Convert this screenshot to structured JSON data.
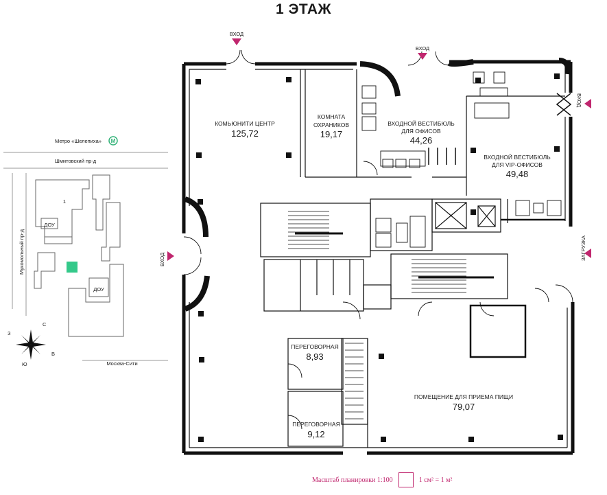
{
  "page": {
    "title": "1 ЭТАЖ"
  },
  "entrances": {
    "top_left": "ВХОД",
    "top_center": "ВХОД",
    "right": "ВХОД",
    "left": "ВХОД",
    "loading": "ЗАГРУЗКА"
  },
  "rooms": [
    {
      "name_lines": [
        "КОМЬЮНИТИ ЦЕНТР"
      ],
      "area": "125,72"
    },
    {
      "name_lines": [
        "КОМНАТА",
        "ОХРАНИКОВ"
      ],
      "area": "19,17"
    },
    {
      "name_lines": [
        "ВХОДНОЙ ВЕСТИБЮЛЬ",
        "ДЛЯ ОФИСОВ"
      ],
      "area": "44,26"
    },
    {
      "name_lines": [
        "ВХОДНОЙ ВЕСТИБЮЛЬ",
        "ДЛЯ VIP-ОФИСОВ"
      ],
      "area": "49,48"
    },
    {
      "name_lines": [
        "ПЕРЕГОВОРНАЯ"
      ],
      "area": "8,93"
    },
    {
      "name_lines": [
        "ПЕРЕГОВОРНАЯ"
      ],
      "area": "9,12"
    },
    {
      "name_lines": [
        "ПОМЕЩЕНИЕ ДЛЯ ПРИЕМА ПИЩИ"
      ],
      "area": "79,07"
    }
  ],
  "location_map": {
    "metro": "Метро «Шелепиха»",
    "metro_badge": "М",
    "street_top": "Шмитовский пр-д",
    "street_side": "Мукомольный пр-д",
    "kindergarten_1": "ДОУ",
    "kindergarten_2": "ДОУ",
    "building_num": "1",
    "direction": "Москва-Сити",
    "compass": {
      "n": "С",
      "s": "Ю",
      "w": "З",
      "e": "В"
    },
    "highlight_color": "#34c98a",
    "metro_color": "#34b37a"
  },
  "scale": {
    "label": "Масштаб планировки 1:100",
    "legend": "1 см² = 1 м²"
  },
  "colors": {
    "accent": "#c0266e",
    "wall": "#111111"
  }
}
